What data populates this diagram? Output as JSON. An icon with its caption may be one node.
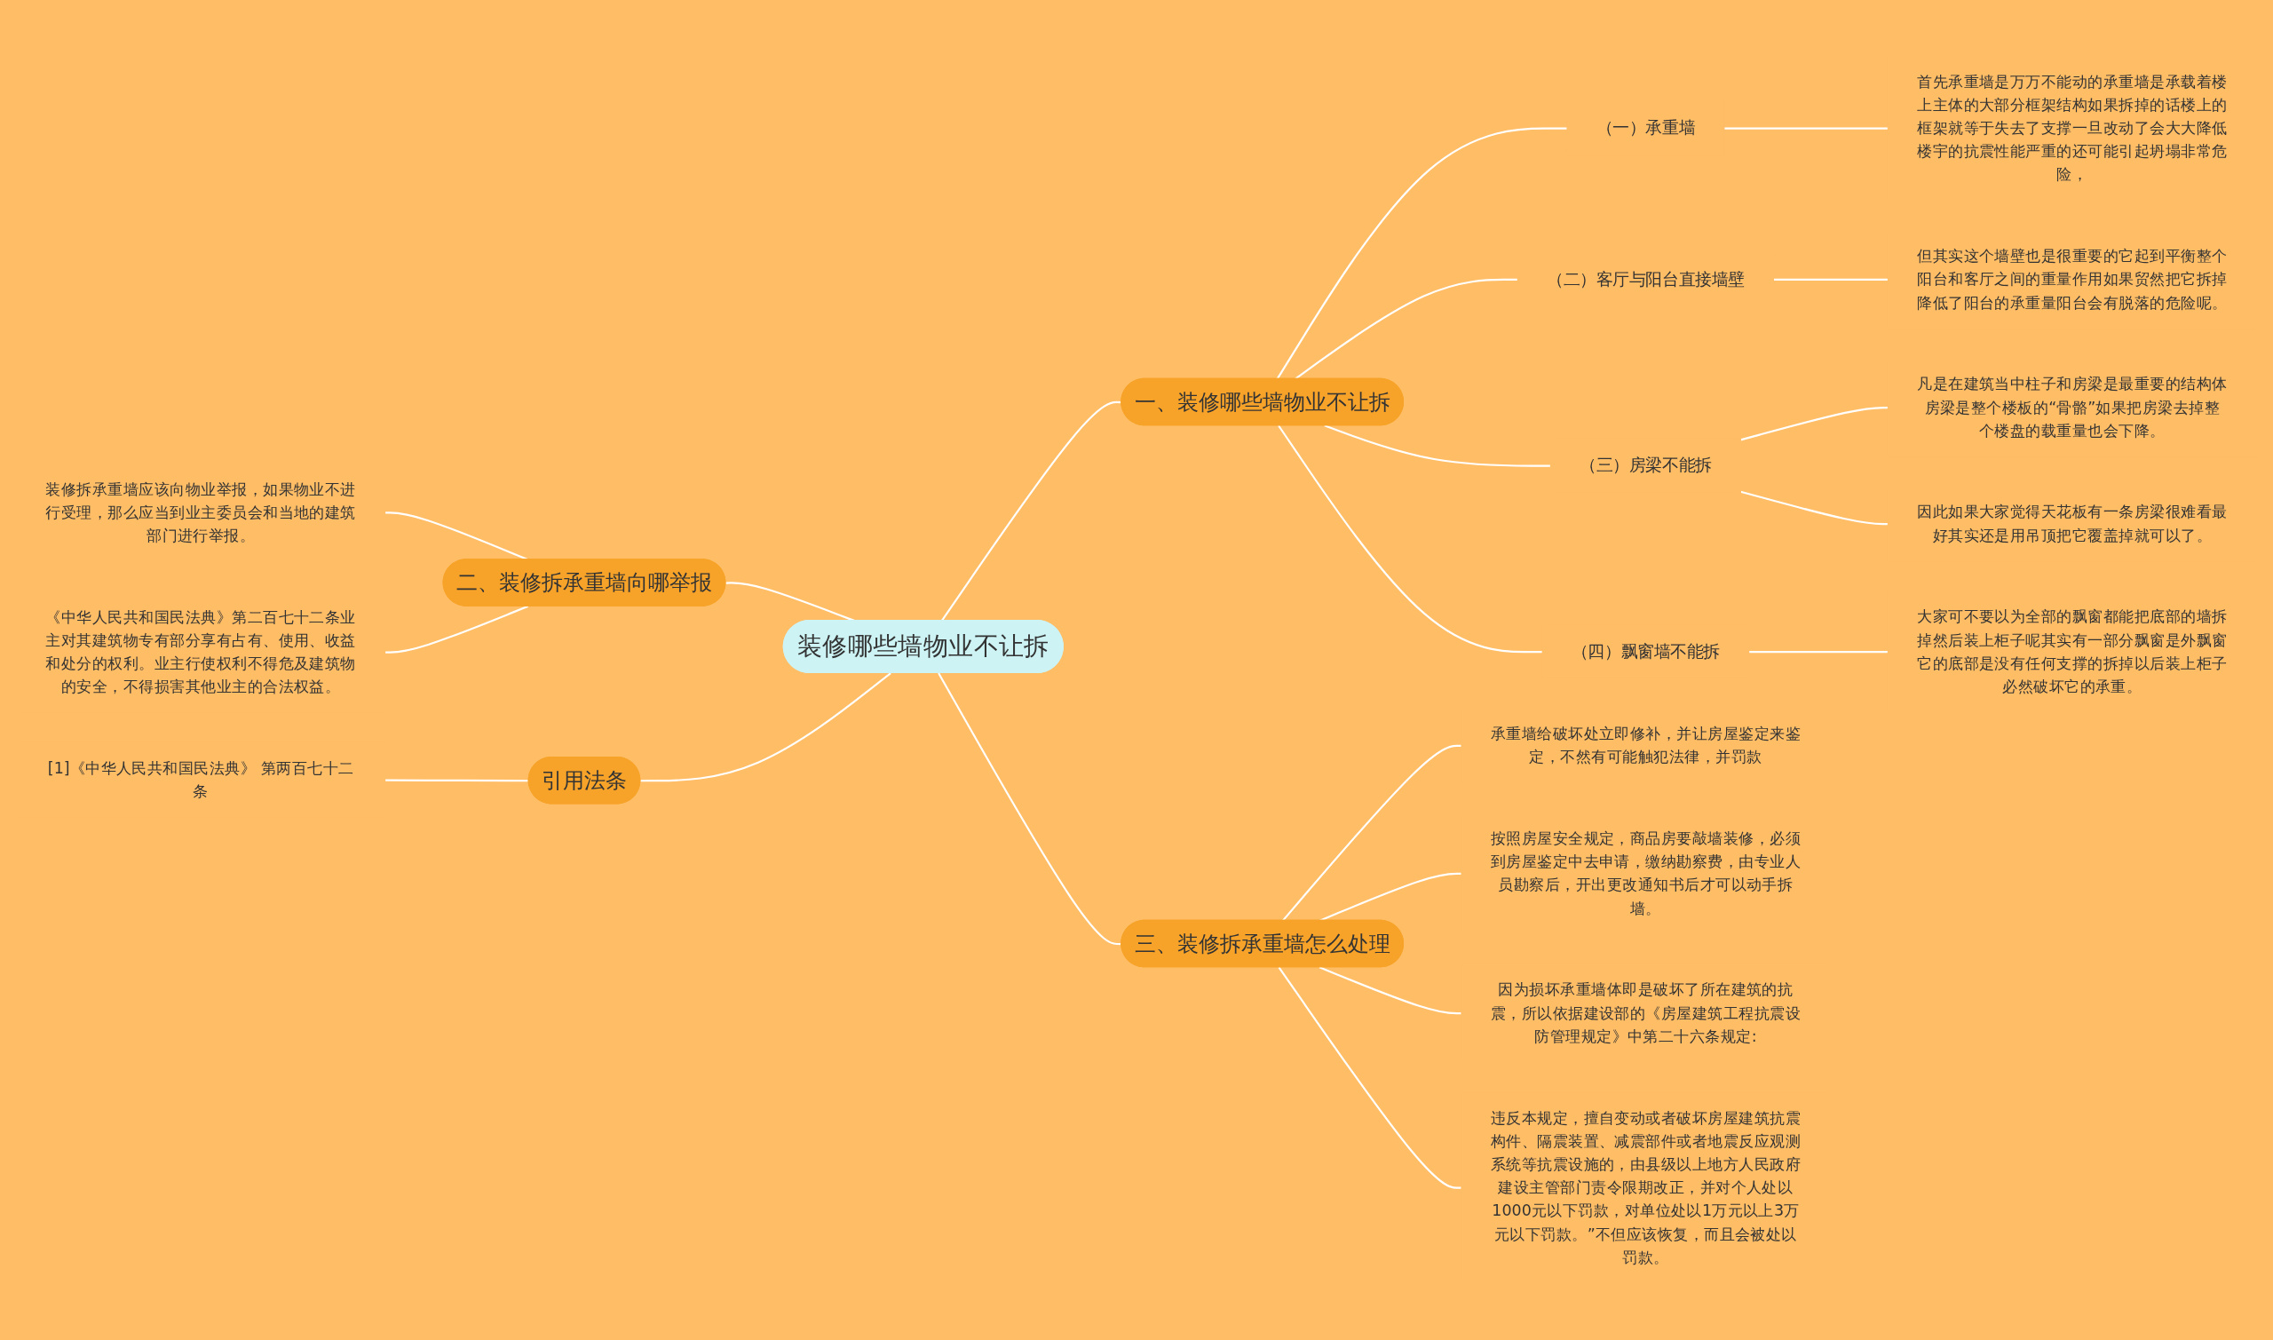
{
  "diagram": {
    "nodes": [
      {
        "text": [
          "装修哪些墙物业不让拆"
        ]
      },
      {
        "text": [
          "一、装修哪些墙物业不让拆"
        ]
      },
      {
        "text": [
          "（一）承重墙"
        ]
      },
      {
        "text": [
          "首先承重墙是万万不能动的承重墙是承载着楼上主体的大部分框架结构如果拆掉的话楼上的框架就等于失去了支撑一旦改动了会大大降低楼宇的抗震性能严重的还可能引起坍塌非常危险，"
        ]
      },
      {
        "text": [
          "（二）客厅与阳台直接墙壁"
        ]
      },
      {
        "text": [
          "但其实这个墙壁也是很重要的它起到平衡整个阳台和客厅之间的重量作用如果贸然把它拆掉降低了阳台的承重量阳台会有脱落的危险呢。"
        ]
      },
      {
        "text": [
          "（三）房梁不能拆"
        ]
      },
      {
        "text": [
          "凡是在建筑当中柱子和房梁是最重要的结构体房梁是整个楼板的“骨骼”如果把房梁去掉整个楼盘的载重量也会下降。"
        ]
      },
      {
        "text": [
          "因此如果大家觉得天花板有一条房梁很难看最好其实还是用吊顶把它覆盖掉就可以了。"
        ]
      },
      {
        "text": [
          "（四）飘窗墙不能拆"
        ]
      },
      {
        "text": [
          "大家可不要以为全部的飘窗都能把底部的墙拆掉然后装上柜子呢其实有一部分飘窗是外飘窗它的底部是没有任何支撑的拆掉以后装上柜子必然破坏它的承重。"
        ]
      },
      {
        "text": [
          "二、装修拆承重墙向哪举报"
        ]
      },
      {
        "text": [
          "装修拆承重墙应该向物业举报，如果物业不进行受理，那么应当到业主委员会和当地的建筑部门进行举报。"
        ]
      },
      {
        "text": [
          "《中华人民共和国民法典》第二百七十二条业主对其建筑物专有部分享有占有、使用、收益和处分的权利。业主行使权利不得危及建筑物的安全，不得损害其他业主的合法权益。"
        ]
      },
      {
        "text": [
          "引用法条"
        ]
      },
      {
        "text": [
          "[1]《中华人民共和国民法典》 第两百七十二条"
        ]
      },
      {
        "text": [
          "三、装修拆承重墙怎么处理"
        ]
      },
      {
        "text": [
          "承重墙给破坏处立即修补，并让房屋鉴定来鉴定，不然有可能触犯法律，并罚款"
        ]
      },
      {
        "text": [
          "按照房屋安全规定，商品房要敲墙装修，必须到房屋鉴定中去申请，缴纳勘察费，由专业人员勘察后，开出更改通知书后才可以动手拆墙。"
        ]
      },
      {
        "text": [
          "因为损坏承重墙体即是破坏了所在建筑的抗震，所以依据建设部的《房屋建筑工程抗震设防管理规定》中第二十六条规定:"
        ]
      },
      {
        "text": [
          "违反本规定，擅自变动或者破坏房屋建筑抗震构件、隔震装置、减震部件或者地震反应观测系统等抗震设施的，由县级以上地方人民政府建设主管部门责令限期改正，并对个人处以1000元以下罚款，对单位处以1万元以上3万元以下罚款。”不但应该恢复，而且会被处以罚款。"
        ]
      }
    ],
    "edges": [
      {
        "from": 0,
        "to": 1,
        "arrow": "none"
      },
      {
        "from": 1,
        "to": 2,
        "arrow": "none"
      },
      {
        "from": 2,
        "to": 3,
        "arrow": "none"
      },
      {
        "from": 1,
        "to": 4,
        "arrow": "none"
      },
      {
        "from": 4,
        "to": 5,
        "arrow": "none"
      },
      {
        "from": 1,
        "to": 6,
        "arrow": "none"
      },
      {
        "from": 6,
        "to": 7,
        "arrow": "none"
      },
      {
        "from": 6,
        "to": 8,
        "arrow": "none"
      },
      {
        "from": 1,
        "to": 9,
        "arrow": "none"
      },
      {
        "from": 9,
        "to": 10,
        "arrow": "none"
      },
      {
        "from": 12,
        "to": 11,
        "arrow": "none"
      },
      {
        "from": 13,
        "to": 11,
        "arrow": "none"
      },
      {
        "from": 11,
        "to": 0,
        "arrow": "none"
      },
      {
        "from": 15,
        "to": 14,
        "arrow": "none"
      },
      {
        "from": 14,
        "to": 0,
        "arrow": "none"
      },
      {
        "from": 0,
        "to": 16,
        "arrow": "none"
      },
      {
        "from": 16,
        "to": 17,
        "arrow": "none"
      },
      {
        "from": 16,
        "to": 18,
        "arrow": "none"
      },
      {
        "from": 16,
        "to": 19,
        "arrow": "none"
      },
      {
        "from": 16,
        "to": 20,
        "arrow": "none"
      }
    ]
  }
}
